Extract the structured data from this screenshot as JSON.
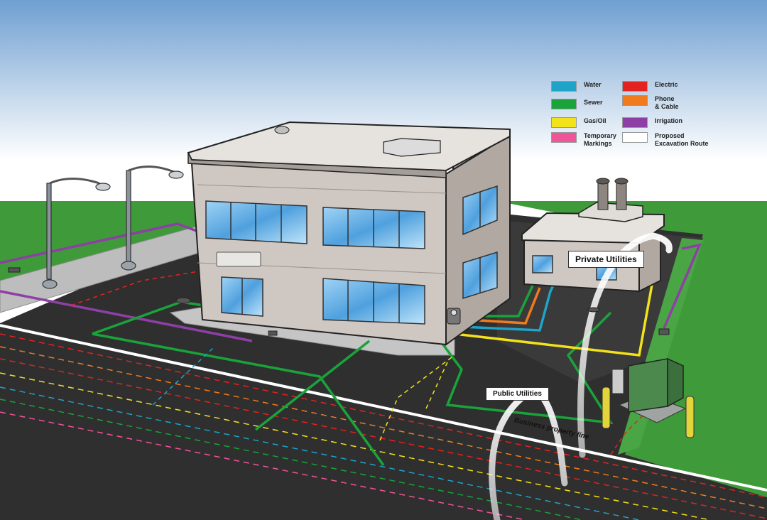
{
  "legend": [
    {
      "label": "Water",
      "color": "#1fa3c6"
    },
    {
      "label": "Sewer",
      "color": "#1aa33a"
    },
    {
      "label": "Gas/Oil",
      "color": "#f2e21a"
    },
    {
      "label": "Temporary\nMarkings",
      "color": "#f0559a"
    },
    {
      "label": "Electric",
      "color": "#e3231f"
    },
    {
      "label": "Phone\n& Cable",
      "color": "#f07a1e"
    },
    {
      "label": "Irrigation",
      "color": "#8e3fa5"
    },
    {
      "label": "Proposed\nExcavation Route",
      "color": "#ffffff"
    }
  ],
  "callouts": {
    "private": "Private Utilities",
    "public": "Public Utilities",
    "property_line": "Business property line"
  },
  "colors": {
    "sky_top": "#6f9fd1",
    "sky_bottom": "#ffffff",
    "grass": "#3f9a3a",
    "asphalt": "#2f2f2f",
    "sidewalk": "#bdbdbd",
    "building_wall": "#c9c1bb",
    "window_glass": "#6fb6e8"
  }
}
